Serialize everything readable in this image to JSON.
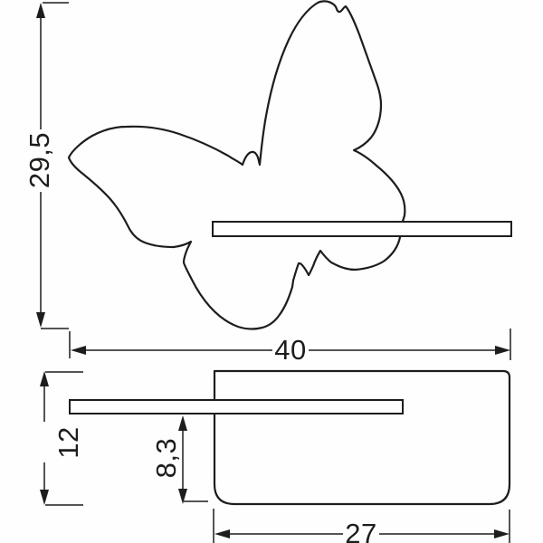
{
  "drawing": {
    "background_color": "#fefefe",
    "line_color": "#1d1d1b",
    "front_view": {
      "height_label": "29,5",
      "height_value": 29.5,
      "width_label": "40",
      "width_value": 40
    },
    "side_view": {
      "height_label": "12",
      "height_value": 12,
      "shelf_offset_label": "8,3",
      "shelf_offset_value": 8.3,
      "depth_label": "27",
      "depth_value": 27
    }
  }
}
